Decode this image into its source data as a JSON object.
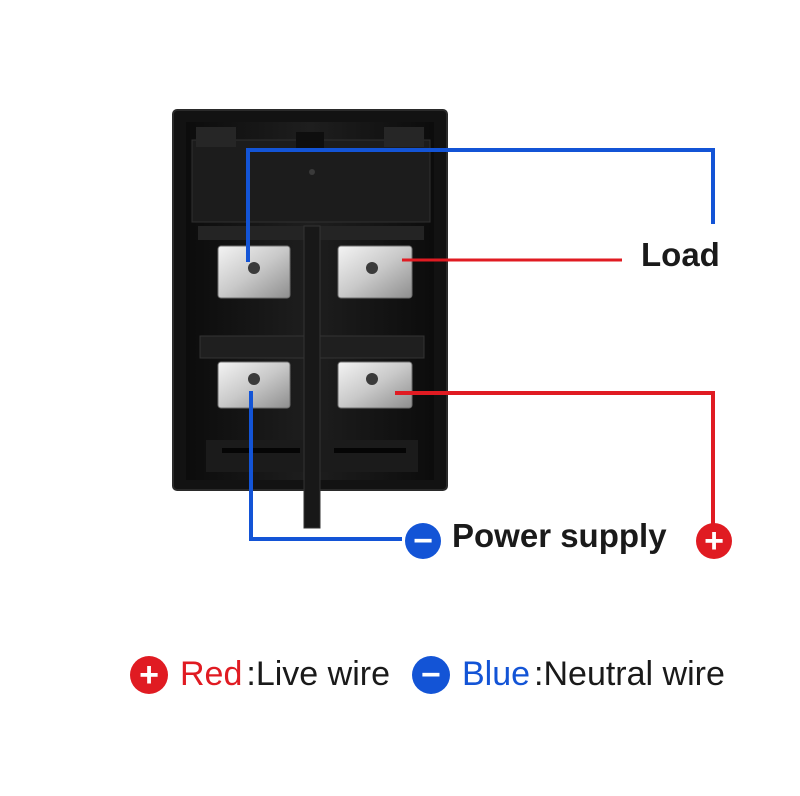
{
  "labels": {
    "load": "Load",
    "power_supply": "Power supply"
  },
  "legend": {
    "red": {
      "symbol": "+",
      "name": "Red",
      "desc": ":Live wire"
    },
    "blue": {
      "symbol": "−",
      "name": "Blue",
      "desc": ":Neutral wire"
    }
  },
  "colors": {
    "red": "#e01b22",
    "blue": "#1354d6",
    "switch_body": "#141414"
  }
}
